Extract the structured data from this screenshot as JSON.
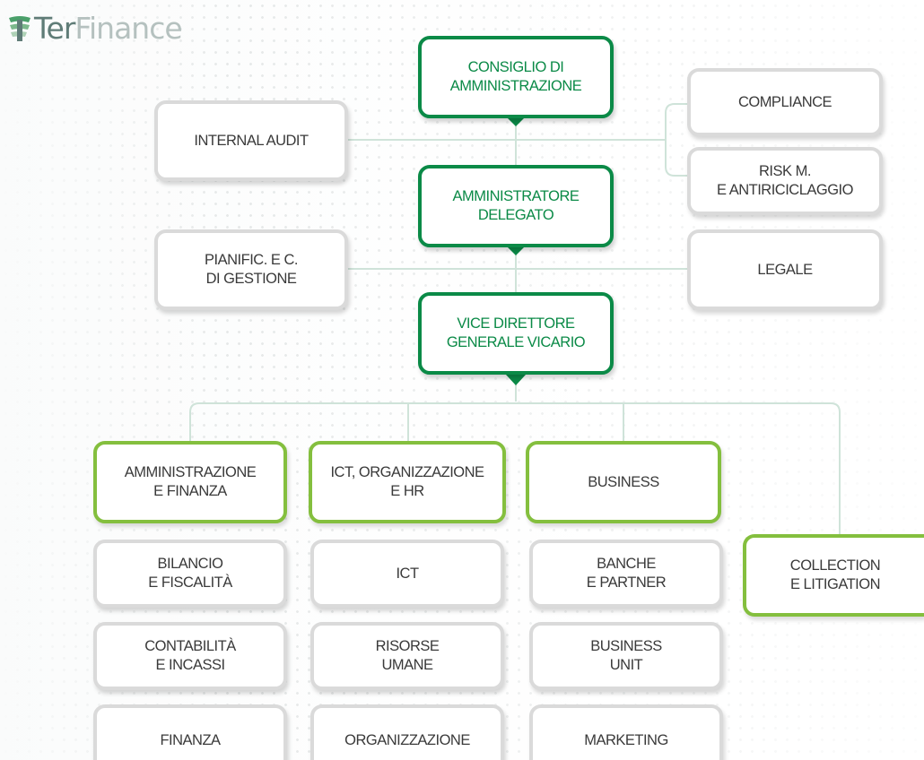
{
  "logo": {
    "brand_prefix": "Ter",
    "brand_suffix": "Finance"
  },
  "colors": {
    "dark_green": "#0b8a47",
    "light_green": "#84bf3e",
    "gray_border": "#dadada",
    "connector": "#cfe3d9"
  },
  "chart": {
    "board": "CONSIGLIO DI\nAMMINISTRAZIONE",
    "ceo": "AMMINISTRATORE\nDELEGATO",
    "deputy": "VICE DIRETTORE\nGENERALE VICARIO",
    "internal_audit": "INTERNAL AUDIT",
    "compliance": "COMPLIANCE",
    "risk": "RISK M.\nE ANTIRICICLAGGIO",
    "planning": "PIANIFIC. E C.\nDI GESTIONE",
    "legal": "LEGALE",
    "divisions": {
      "admin_finance": {
        "title": "AMMINISTRAZIONE\nE FINANZA",
        "units": [
          "BILANCIO\nE FISCALITÀ",
          "CONTABILITÀ\nE INCASSI",
          "FINANZA"
        ]
      },
      "ict_org_hr": {
        "title": "ICT, ORGANIZZAZIONE\nE HR",
        "units": [
          "ICT",
          "RISORSE\nUMANE",
          "ORGANIZZAZIONE"
        ]
      },
      "business": {
        "title": "BUSINESS",
        "units": [
          "BANCHE\nE PARTNER",
          "BUSINESS\nUNIT",
          "MARKETING"
        ]
      }
    },
    "collection": "COLLECTION\nE LITIGATION"
  }
}
